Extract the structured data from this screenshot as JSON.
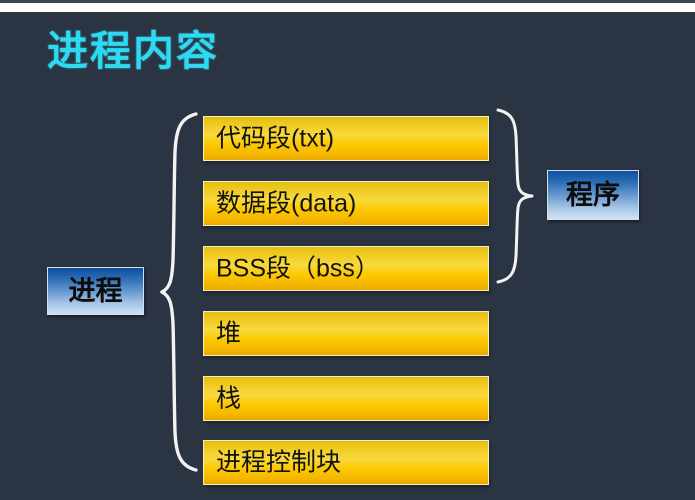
{
  "slide": {
    "title": "进程内容",
    "background_color": "#2b3442",
    "title_color": "#2ed9f2"
  },
  "memory_segments": {
    "bar_fill_top_color": "#e3bd12",
    "bar_fill_bottom_color": "#f5b600",
    "bar_text_color": "#121212",
    "items": [
      {
        "label": "代码段(txt)"
      },
      {
        "label": "数据段(data)"
      },
      {
        "label": "BSS段（bss）"
      },
      {
        "label": "堆"
      },
      {
        "label": "栈"
      },
      {
        "label": "进程控制块"
      }
    ]
  },
  "callouts": {
    "box_color_top": "#0f4f9e",
    "box_color_bottom": "#cfe2f5",
    "program": {
      "label": "程序"
    },
    "process": {
      "label": "进程"
    }
  },
  "braces": {
    "color": "#f2f2f2",
    "left_brace_name": "process-brace",
    "right_brace_name": "program-brace"
  }
}
